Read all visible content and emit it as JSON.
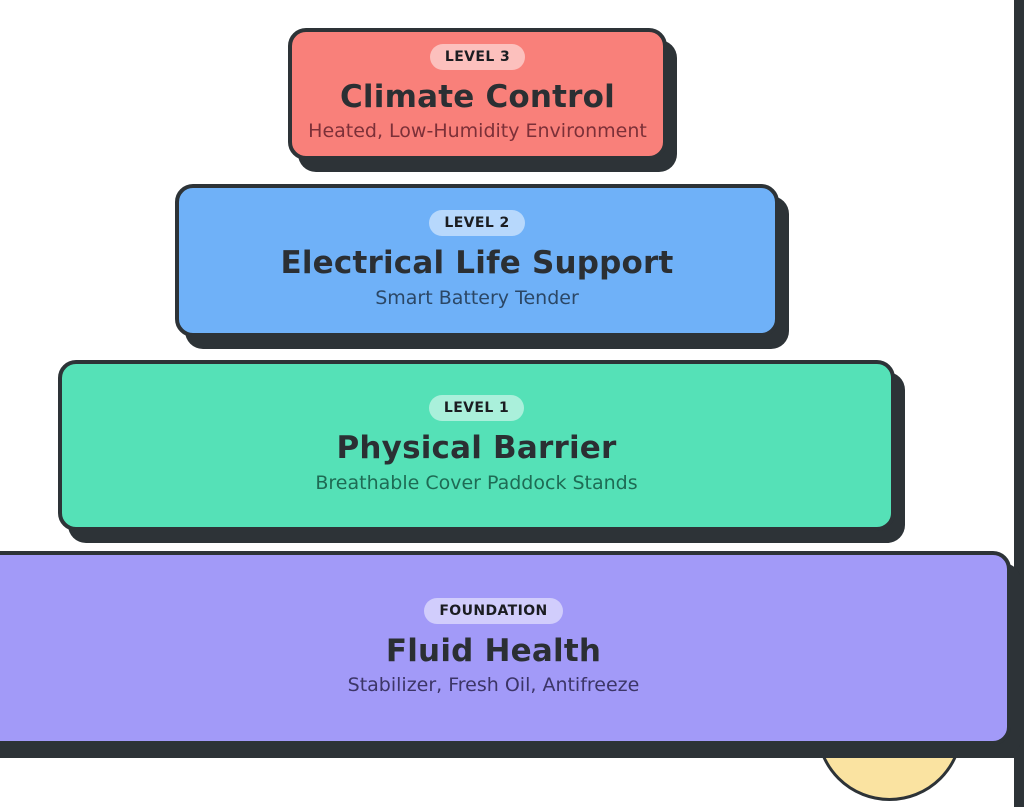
{
  "frame": {
    "color": "#2d3337",
    "background": "#ffffff"
  },
  "decorations": {
    "circle_fill": "#fae3a1"
  },
  "pyramid": {
    "badge_text_color": "#1b1d21",
    "title_color": "#2b2f33",
    "levels": [
      {
        "badge": "LEVEL 3",
        "title": "Climate Control",
        "subtitle": "Heated, Low-Humidity Environment",
        "bg": "#f9807a",
        "subtitle_color": "#7c3038"
      },
      {
        "badge": "LEVEL 2",
        "title": "Electrical Life Support",
        "subtitle": "Smart Battery Tender",
        "bg": "#6fb1f8",
        "subtitle_color": "#2b4766"
      },
      {
        "badge": "LEVEL 1",
        "title": "Physical Barrier",
        "subtitle": "Breathable Cover Paddock Stands",
        "bg": "#55e1b7",
        "subtitle_color": "#1e6b54"
      },
      {
        "badge": "FOUNDATION",
        "title": "Fluid Health",
        "subtitle": "Stabilizer, Fresh Oil, Antifreeze",
        "bg": "#a29af8",
        "subtitle_color": "#3c3567"
      }
    ]
  }
}
